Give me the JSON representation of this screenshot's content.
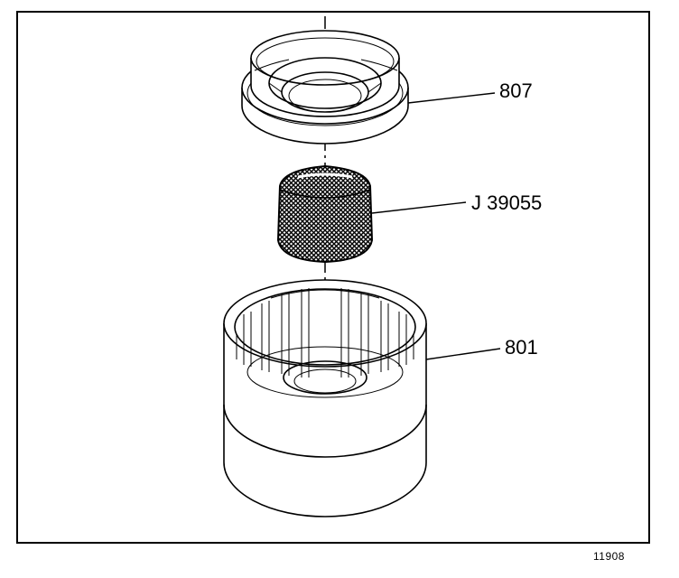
{
  "callouts": {
    "seal_part": "807",
    "tool_part": "J 39055",
    "housing_part": "801"
  },
  "figure_number": "11908"
}
